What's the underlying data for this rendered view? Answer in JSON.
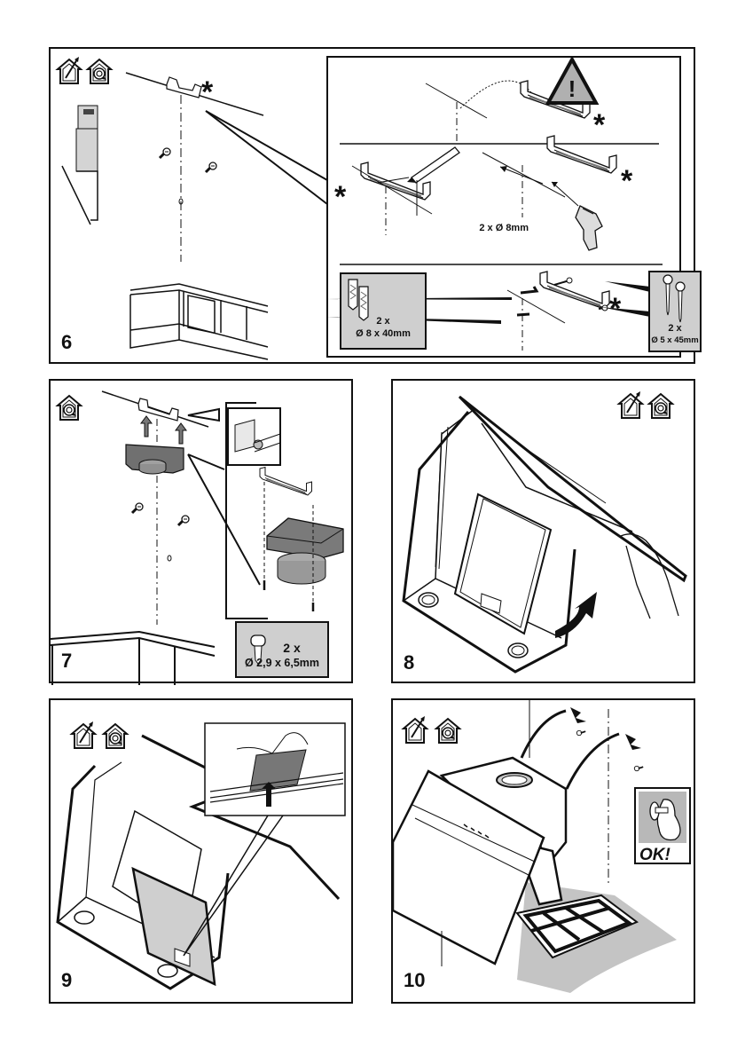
{
  "page": {
    "panels": [
      {
        "step": "6",
        "icons": [
          "ducted-exhaust-icon",
          "recirculation-icon"
        ],
        "asterisk": "*",
        "detail": {
          "warning_icon": "warning-triangle-icon",
          "warning_symbol": "!",
          "drill_label": "2 x Ø 8mm",
          "wall_plugs": {
            "qty": "2 x",
            "size": "Ø 8 x 40mm"
          },
          "screws": {
            "qty": "2 x",
            "size": "Ø 5 x 45mm"
          }
        }
      },
      {
        "step": "7",
        "icons": [
          "recirculation-icon"
        ],
        "screws": {
          "qty": "2 x",
          "size": "Ø 2,9 x 6,5mm"
        }
      },
      {
        "step": "8",
        "icons": [
          "ducted-exhaust-icon",
          "recirculation-icon"
        ]
      },
      {
        "step": "9",
        "icons": [
          "ducted-exhaust-icon",
          "recirculation-icon"
        ]
      },
      {
        "step": "10",
        "icons": [
          "ducted-exhaust-icon",
          "recirculation-icon"
        ],
        "ok_label": "OK!"
      }
    ]
  }
}
